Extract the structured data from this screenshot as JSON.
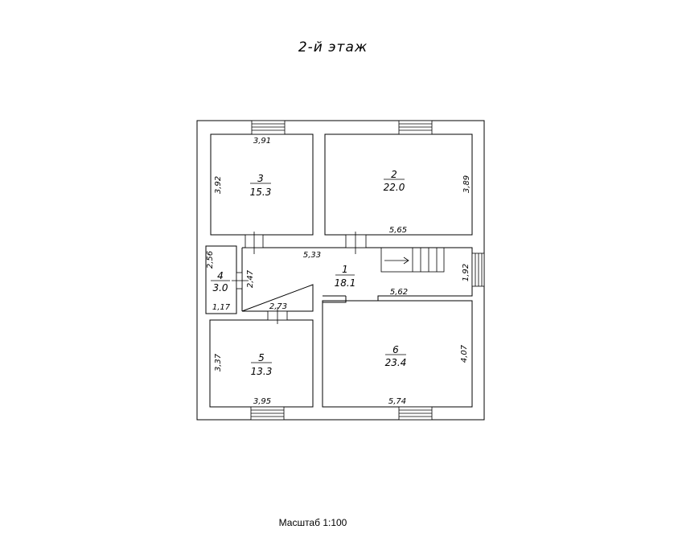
{
  "title": "2-й этаж",
  "scale_label": "Масштаб 1:100",
  "rooms": [
    {
      "number": "1",
      "area": "18.1"
    },
    {
      "number": "2",
      "area": "22.0"
    },
    {
      "number": "3",
      "area": "15.3"
    },
    {
      "number": "4",
      "area": "3.0"
    },
    {
      "number": "5",
      "area": "13.3"
    },
    {
      "number": "6",
      "area": "23.4"
    }
  ],
  "dimensions": {
    "r3_width": "3,91",
    "r3_height": "3,92",
    "r2_width": "5,65",
    "r2_height": "3,89",
    "hall_width": "5,33",
    "hall_height": "2,47",
    "hall_height_right": "1,92",
    "hall_bottom_right": "5,62",
    "r4_height": "2,56",
    "r4_width": "1,17",
    "r5_top": "2,73",
    "r5_height": "3,37",
    "r5_width": "3,95",
    "r6_width": "5,74",
    "r6_height": "4,07"
  }
}
